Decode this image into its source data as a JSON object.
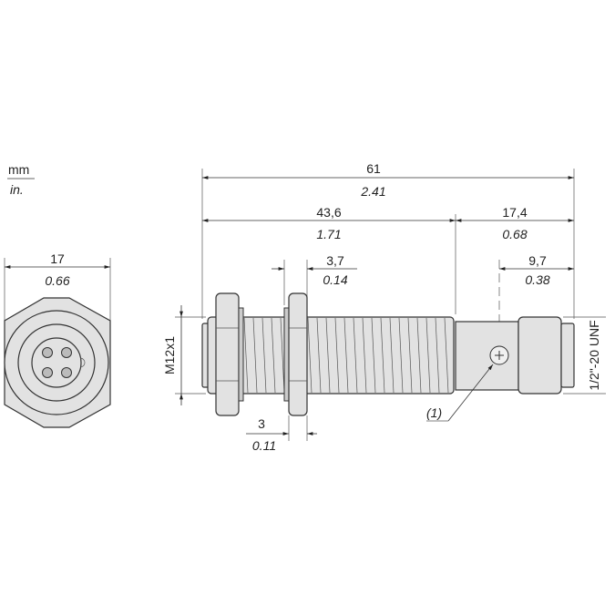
{
  "units": {
    "primary": "mm",
    "secondary": "in."
  },
  "front_view": {
    "width_mm": "17",
    "width_in": "0.66"
  },
  "side_view": {
    "total_mm": "61",
    "total_in": "2.41",
    "thread_len_mm": "43,6",
    "thread_len_in": "1.71",
    "connector_len_mm": "17,4",
    "connector_len_in": "0.68",
    "nut_mm": "3,7",
    "nut_in": "0.14",
    "led_pos_mm": "9,7",
    "led_pos_in": "0.38",
    "nut_thick_mm": "3",
    "nut_thick_in": "0.11",
    "thread_label": "M12x1",
    "connector_thread_label": "1/2\"-20 UNF",
    "callout": "(1)"
  },
  "colors": {
    "part_fill": "#e2e2e2",
    "line": "#333333"
  }
}
